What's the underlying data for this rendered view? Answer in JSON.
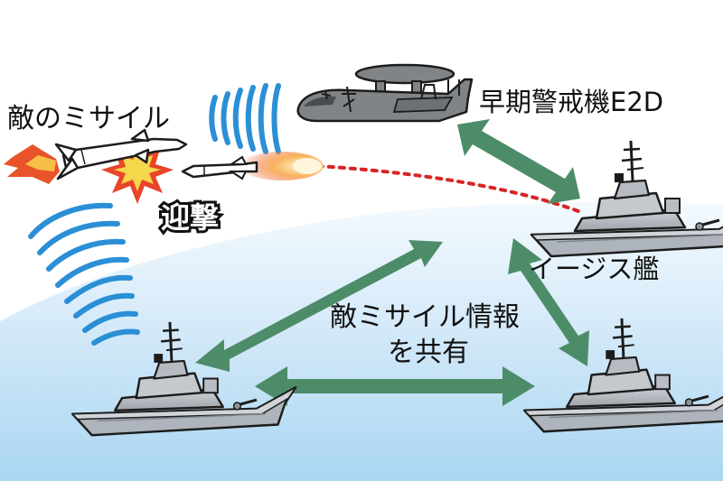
{
  "labels": {
    "enemy_missile": "敵のミサイル",
    "intercept": "迎撃",
    "aew_aircraft": "早期警戒機E2D",
    "aegis_ship": "イージス艦",
    "share_line1": "敵ミサイル情報",
    "share_line2": "を共有"
  },
  "colors": {
    "sea_light": "#f4fafe",
    "sea_dark": "#a9d6f1",
    "arrow": "#4d8c68",
    "radar_wave": "#2b8fd6",
    "trajectory": "#d92424",
    "ship_hull": "#aeb4bb",
    "aircraft": "#808487",
    "explosion_outer": "#e8452a",
    "explosion_inner": "#f6d64a"
  },
  "icons": [
    "enemy-missile-icon",
    "interceptor-missile-icon",
    "explosion-icon",
    "aew-aircraft-icon",
    "aegis-ship-icon",
    "radar-wave-icon"
  ]
}
